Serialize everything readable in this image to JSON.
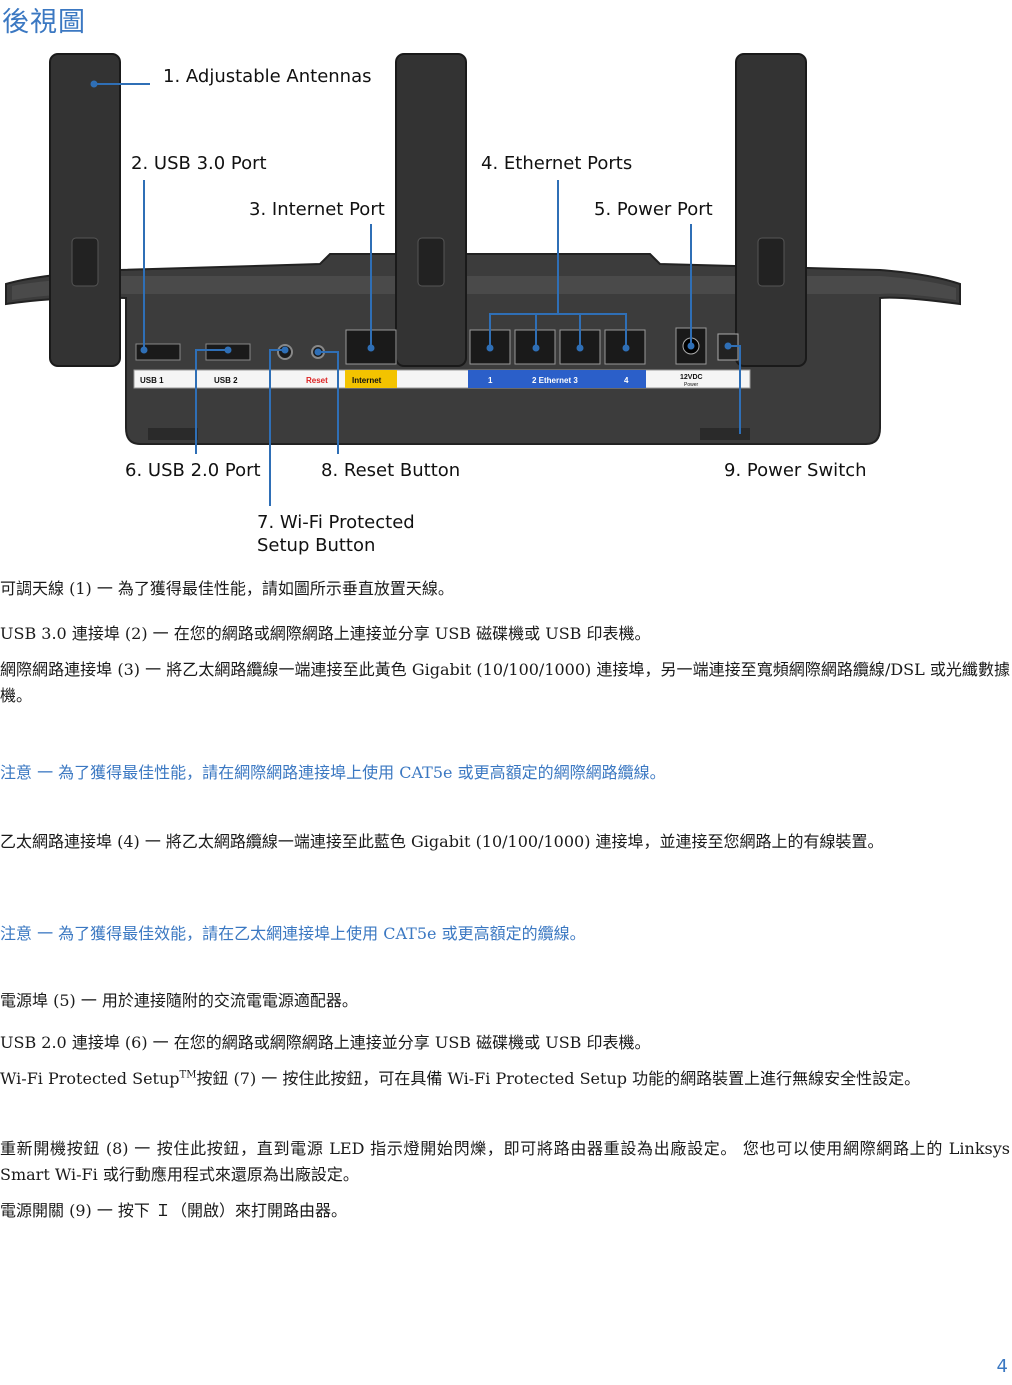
{
  "page": {
    "title": "後視圖",
    "page_number": "4"
  },
  "figure": {
    "port_labels": {
      "usb1": "USB 1",
      "usb2": "USB 2",
      "reset": "Reset",
      "internet": "Internet",
      "eth1": "1",
      "eth_center": "2 Ethernet 3",
      "eth4": "4",
      "power_volt": "12VDC",
      "power_word": "Power"
    },
    "callouts": {
      "c1": "1. Adjustable Antennas",
      "c2": "2. USB 3.0 Port",
      "c3": "3. Internet Port",
      "c4": "4. Ethernet Ports",
      "c5": "5. Power Port",
      "c6": "6. USB 2.0 Port",
      "c7_line1": "7. Wi-Fi Protected",
      "c7_line2": "Setup Button",
      "c8": "8. Reset Button",
      "c9": "9. Power Switch"
    },
    "colors": {
      "callout_line": "#2f6fb6",
      "router_body": "#3c3c3c",
      "label_strip": "#f5f5f5",
      "internet_yellow": "#f3c300",
      "ethernet_blue": "#2b5fc9"
    }
  },
  "paragraphs": {
    "p1": "可調天線 (1) 一 為了獲得最佳性能，請如圖所示垂直放置天線。",
    "p2": "USB 3.0 連接埠 (2) 一 在您的網路或網際網路上連接並分享 USB 磁碟機或 USB 印表機。",
    "p3": "網際網路連接埠 (3) 一 將乙太網路纜線一端連接至此黃色 Gigabit (10/100/1000) 連接埠，另一端連接至寬頻網際網路纜線/DSL 或光纖數據機。",
    "note1": "注意 一 為了獲得最佳性能，請在網際網路連接埠上使用 CAT5e 或更高額定的網際網路纜線。",
    "p4": "乙太網路連接埠 (4) 一 將乙太網路纜線一端連接至此藍色 Gigabit (10/100/1000) 連接埠，並連接至您網路上的有線裝置。",
    "note2": "注意 一 為了獲得最佳效能，請在乙太網連接埠上使用 CAT5e 或更高額定的纜線。",
    "p5": "電源埠 (5) 一 用於連接隨附的交流電電源適配器。",
    "p6": "USB 2.0 連接埠 (6) 一 在您的網路或網際網路上連接並分享 USB 磁碟機或 USB 印表機。",
    "p7_prefix": "Wi-Fi Protected Setup",
    "p7_tm": "TM",
    "p7_rest": "按鈕 (7) 一 按住此按鈕，可在具備 Wi-Fi Protected Setup 功能的網路裝置上進行無線安全性設定。",
    "p8": "重新開機按鈕 (8) 一 按住此按鈕，直到電源 LED 指示燈開始閃爍，即可將路由器重設為出廠設定。 您也可以使用網際網路上的 Linksys Smart Wi-Fi 或行動應用程式來還原為出廠設定。",
    "p9": "電源開關 (9) 一 按下 Ｉ（開啟）來打開路由器。"
  }
}
